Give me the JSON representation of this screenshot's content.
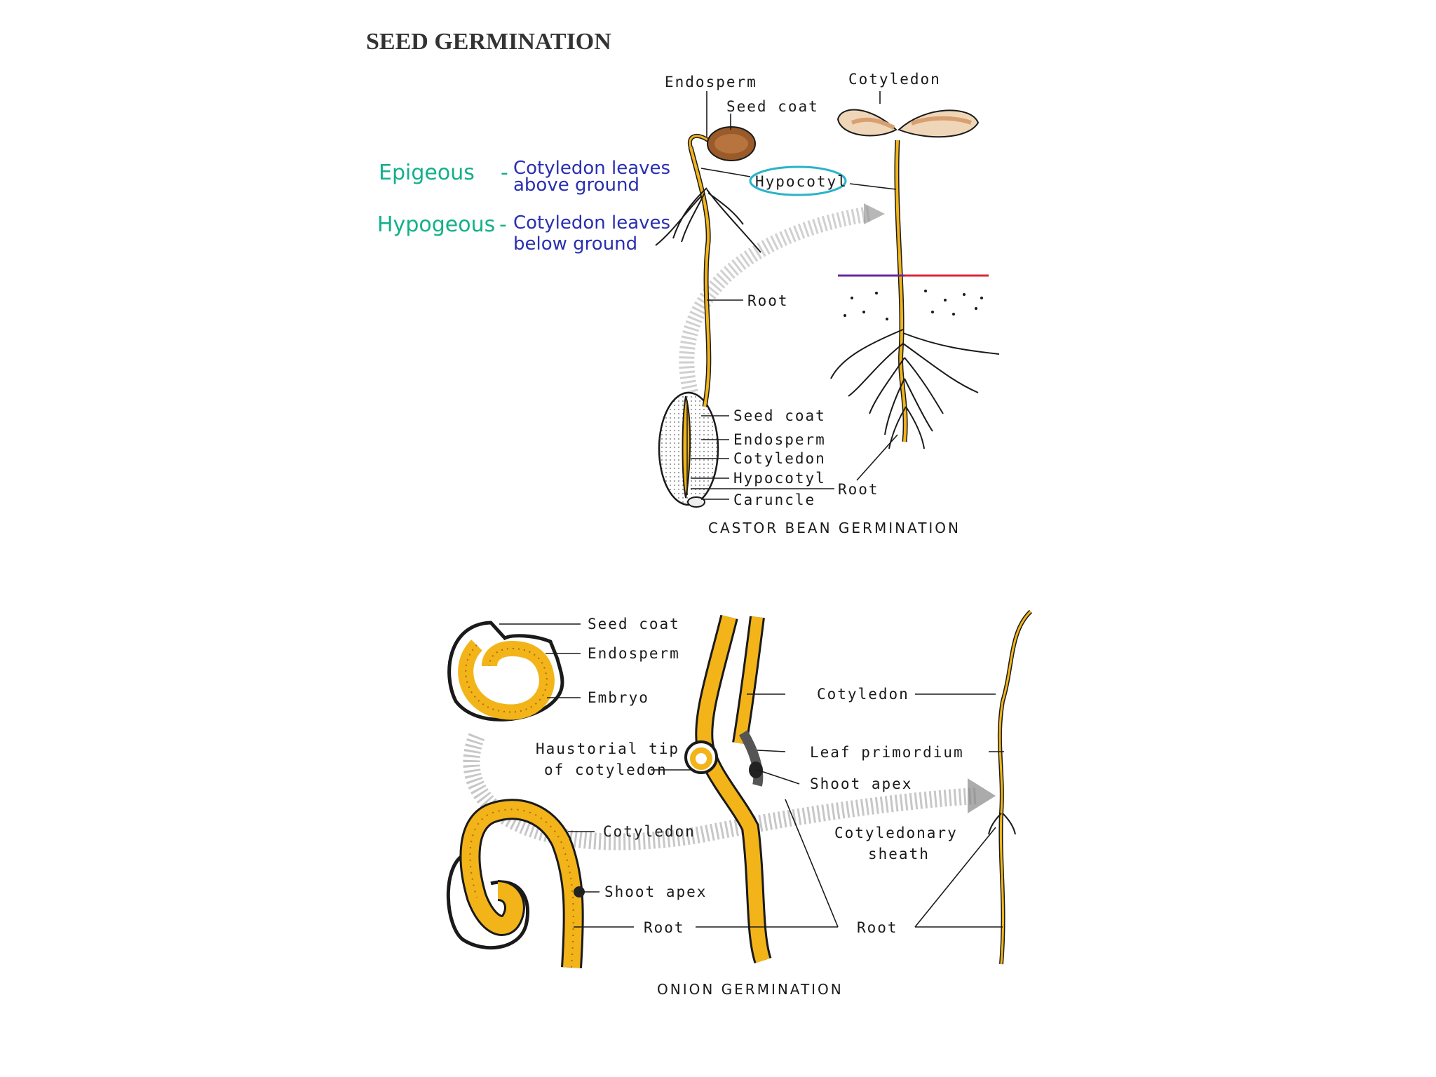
{
  "title": "SEED GERMINATION",
  "colors": {
    "yellow": "#f2b418",
    "orange": "#e8941a",
    "ink": "#1a1a1a",
    "green_ink": "#12b08a",
    "blue_ink": "#2a2fb0",
    "highlight_circle": "#2ab3c9",
    "soil_red": "#d8283a",
    "soil_purple": "#6a2a9a"
  },
  "notes": {
    "epigeous_term": "Epigeous",
    "epigeous_dash": "-",
    "epigeous_line1": "Cotyledon leaves",
    "epigeous_line2": "above ground",
    "hypogeous_term": "Hypogeous",
    "hypogeous_dash": "-",
    "hypogeous_line1": "Cotyledon leaves",
    "hypogeous_line2": "below ground"
  },
  "castor": {
    "caption": "CASTOR BEAN GERMINATION",
    "labels": {
      "endosperm_top": "Endosperm",
      "seed_coat_top": "Seed coat",
      "cotyledon_top": "Cotyledon",
      "hypocotyl_mid": "Hypocotyl",
      "root_mid": "Root",
      "seed_coat_bottom": "Seed coat",
      "endosperm_bottom": "Endosperm",
      "cotyledon_bottom": "Cotyledon",
      "hypocotyl_bottom": "Hypocotyl",
      "caruncle": "Caruncle",
      "root_right": "Root"
    }
  },
  "onion": {
    "caption": "ONION GERMINATION",
    "labels": {
      "seed_coat": "Seed coat",
      "endosperm": "Endosperm",
      "embryo": "Embryo",
      "haustorial_line1": "Haustorial tip",
      "haustorial_line2": "of cotyledon",
      "cotyledon_mid": "Cotyledon",
      "leaf_primordium": "Leaf primordium",
      "shoot_apex_mid": "Shoot apex",
      "cotyledon_left": "Cotyledon",
      "shoot_apex_left": "Shoot apex",
      "root_left": "Root",
      "cotyledonary_line1": "Cotyledonary",
      "cotyledonary_line2": "sheath",
      "root_right": "Root"
    }
  }
}
